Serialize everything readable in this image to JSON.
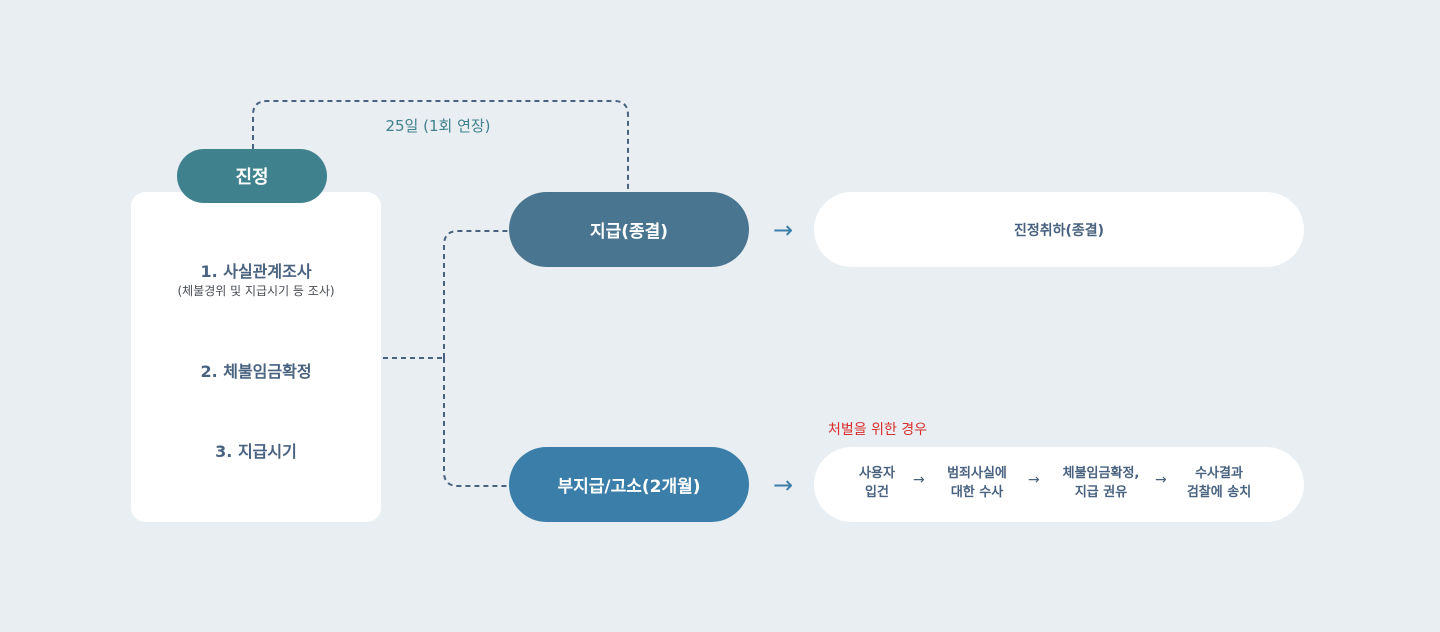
{
  "start": {
    "label": "진정",
    "steps": [
      {
        "title": "1. 사실관계조사",
        "sub": "(체불경위 및 지급시기 등 조사)"
      },
      {
        "title": "2. 체불임금확정"
      },
      {
        "title": "3. 지급시기"
      }
    ]
  },
  "extension_label": "25일 (1회 연장)",
  "outcomes": {
    "paid": {
      "label": "지급(종결)",
      "result": "진정취하(종결)"
    },
    "unpaid": {
      "label": "부지급/고소(2개월)",
      "note": "처벌을 위한 경우",
      "process": [
        {
          "line1": "사용자",
          "line2": "입건"
        },
        {
          "line1": "범죄사실에",
          "line2": "대한 수사"
        },
        {
          "line1": "체불임금확정,",
          "line2": "지급 권유"
        },
        {
          "line1": "수사결과",
          "line2": "검찰에 송치"
        }
      ]
    }
  },
  "arrow_glyph": "→",
  "colors": {
    "background": "#e8eef1",
    "teal": "#40818e",
    "slate_blue": "#4a7590",
    "blue": "#3a7ea9",
    "text_dark": "#48627f",
    "red_note": "#d92c2c"
  }
}
